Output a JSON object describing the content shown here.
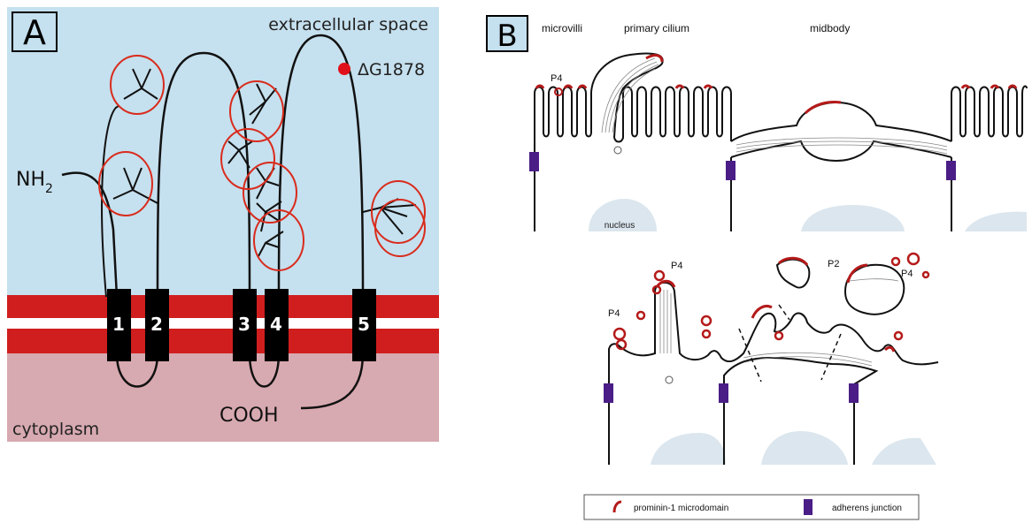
{
  "panel_a": {
    "letter": "A",
    "extracellular_label": "extracellular space",
    "cytoplasm_label": "cytoplasm",
    "n_terminus": "NH",
    "n_terminus_sub": "2",
    "c_terminus": "COOH",
    "mutation_label": "ΔG1878",
    "tm_segments": [
      "1",
      "2",
      "3",
      "4",
      "5"
    ],
    "colors": {
      "extracellular": "#c5e0ee",
      "cytoplasm": "#d7a9b0",
      "membrane_red": "#d01e1e",
      "tm_box": "#000000",
      "glycan_circle": "#d92b1c",
      "mutation_dot": "#e0101a"
    }
  },
  "panel_b": {
    "letter": "B",
    "top": {
      "microvilli_label": "microvilli",
      "primary_cilium_label": "primary cilium",
      "midbody_label": "midbody",
      "p4_label": "P4",
      "nucleus_label": "nucleus"
    },
    "bottom": {
      "p4_labels": [
        "P4",
        "P4",
        "P4"
      ],
      "p2_label": "P2"
    },
    "legend": {
      "microdomain_label": "prominin-1 microdomain",
      "junction_label": "adherens junction"
    },
    "colors": {
      "microdomain": "#b51a1a",
      "junction": "#4b1d86",
      "nucleus_fill": "#dbe6ee",
      "membrane": "#111111"
    }
  }
}
